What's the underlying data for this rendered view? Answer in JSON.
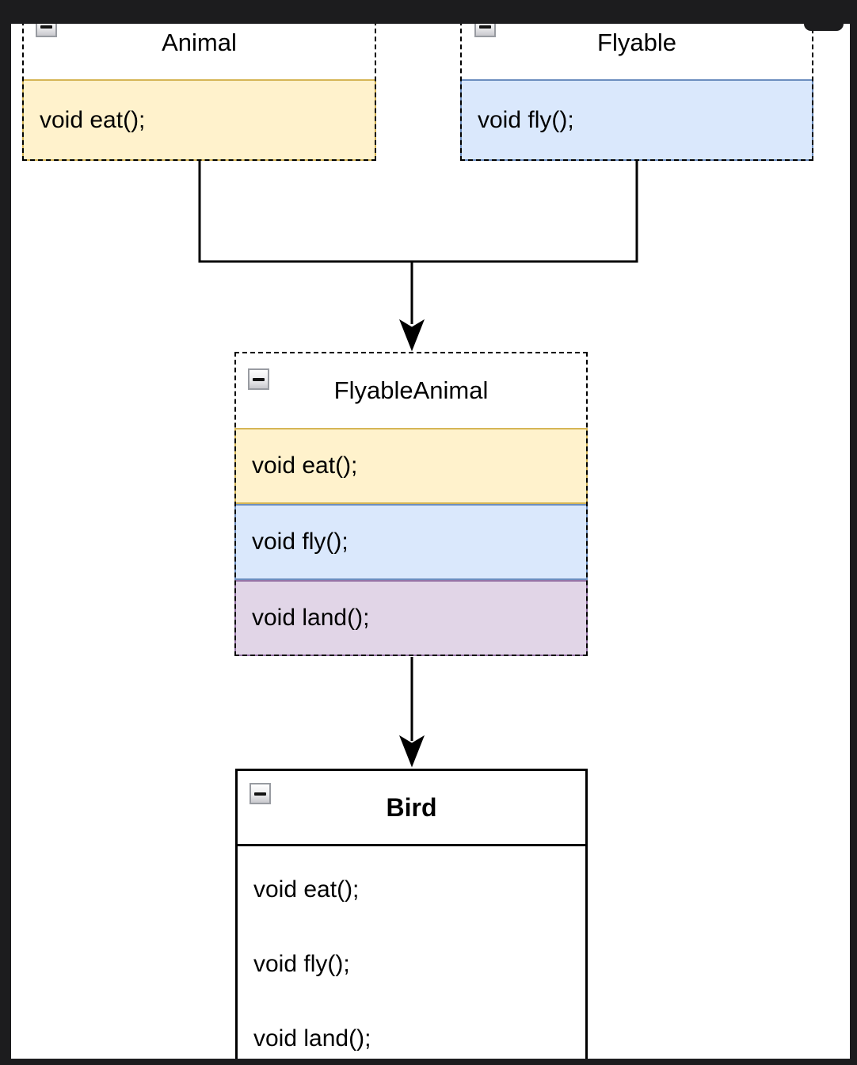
{
  "frame": {
    "color": "#1c1c1e"
  },
  "diagram": {
    "canvas_color": "#FFFFFF",
    "line_color": "#000000",
    "collapse_icon": "minus-icon",
    "classes": [
      {
        "title": "Animal",
        "border_style": "dashed",
        "methods": [
          {
            "label": "void eat();",
            "fill": "#FFF2CC",
            "stroke": "#D6B656"
          }
        ]
      },
      {
        "title": "Flyable",
        "border_style": "dashed",
        "methods": [
          {
            "label": "void fly();",
            "fill": "#DAE8FC",
            "stroke": "#6C8EBF"
          }
        ]
      },
      {
        "title": "FlyableAnimal",
        "border_style": "dashed",
        "methods": [
          {
            "label": "void eat();",
            "fill": "#FFF2CC",
            "stroke": "#D6B656"
          },
          {
            "label": "void fly();",
            "fill": "#DAE8FC",
            "stroke": "#6C8EBF"
          },
          {
            "label": "void land();",
            "fill": "#E1D5E7",
            "stroke": "#9673A6"
          }
        ]
      },
      {
        "title": "Bird",
        "border_style": "solid",
        "title_bold": true,
        "methods": [
          {
            "label": "void eat();",
            "fill": "#FFFFFF",
            "stroke": "none"
          },
          {
            "label": "void fly();",
            "fill": "#FFFFFF",
            "stroke": "none"
          },
          {
            "label": "void land();",
            "fill": "#FFFFFF",
            "stroke": "none"
          }
        ]
      }
    ],
    "edges": [
      {
        "name": "animal-and-flyable-merge-to-flyableanimal",
        "type": "solid-arrow"
      },
      {
        "name": "flyableanimal-to-bird",
        "type": "solid-arrow"
      }
    ]
  }
}
